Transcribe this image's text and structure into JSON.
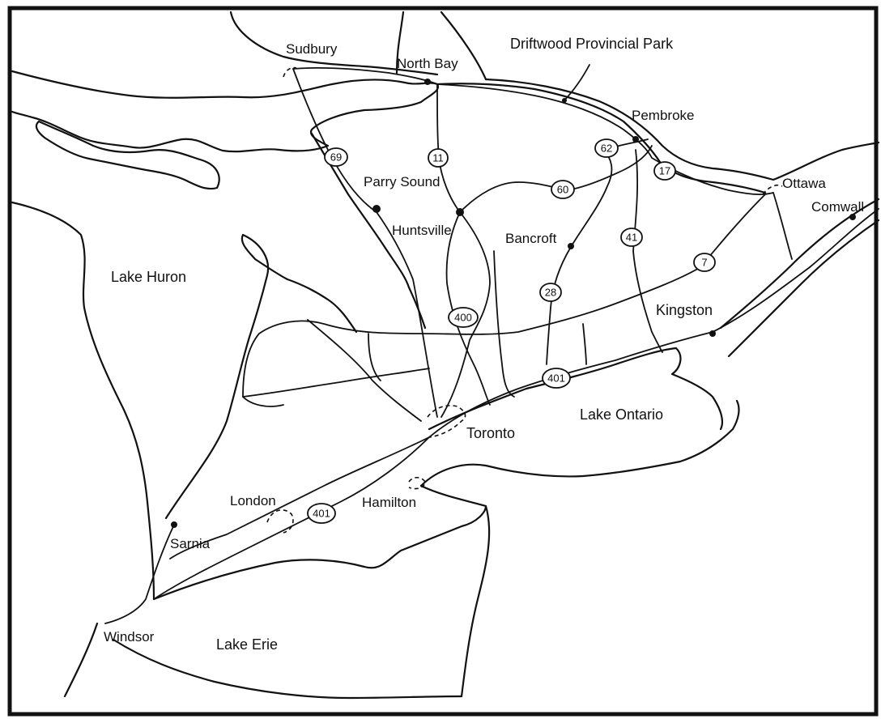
{
  "map": {
    "places": {
      "sudbury": "Sudbury",
      "north_bay": "North Bay",
      "driftwood": "Driftwood Provincial Park",
      "pembroke": "Pembroke",
      "ottawa": "Ottawa",
      "cornwall": "Comwall",
      "parry_sound": "Parry Sound",
      "huntsville": "Huntsville",
      "bancroft": "Bancroft",
      "kingston": "Kingston",
      "toronto": "Toronto",
      "hamilton": "Hamilton",
      "london": "London",
      "sarnia": "Sarnia",
      "windsor": "Windsor"
    },
    "water": {
      "lake_huron": "Lake Huron",
      "lake_ontario": "Lake Ontario",
      "lake_erie": "Lake Erie"
    },
    "highways": {
      "h69": "69",
      "h11": "11",
      "h62": "62",
      "h17": "17",
      "h60": "60",
      "h41": "41",
      "h7": "7",
      "h28": "28",
      "h400": "400",
      "h401_east": "401",
      "h401_west": "401"
    },
    "colors": {
      "ink": "#111111",
      "background": "#ffffff"
    }
  }
}
